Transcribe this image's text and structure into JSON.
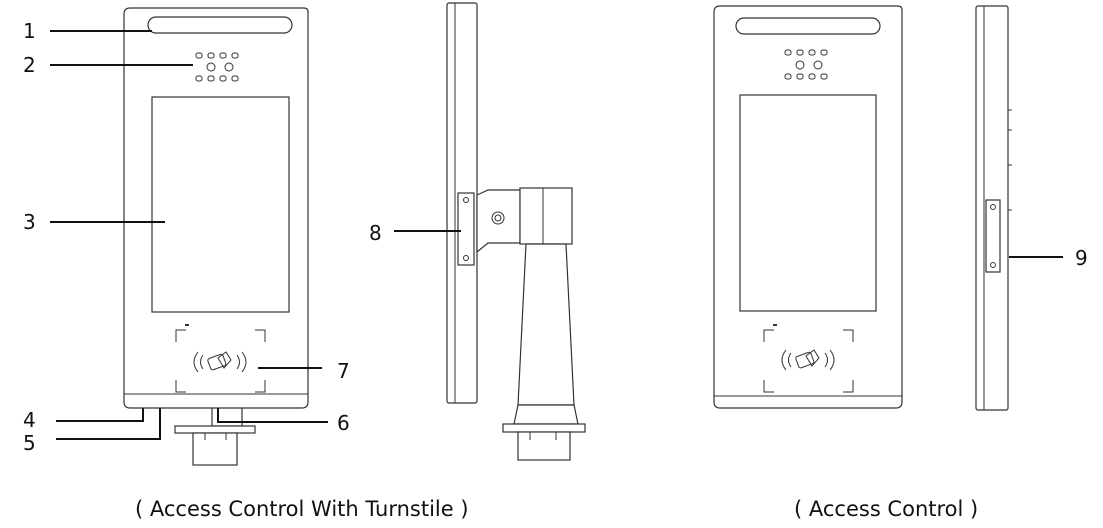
{
  "callouts": [
    {
      "id": "1",
      "text": "1"
    },
    {
      "id": "2",
      "text": "2"
    },
    {
      "id": "3",
      "text": "3"
    },
    {
      "id": "4",
      "text": "4"
    },
    {
      "id": "5",
      "text": "5"
    },
    {
      "id": "6",
      "text": "6"
    },
    {
      "id": "7",
      "text": "7"
    },
    {
      "id": "8",
      "text": "8"
    },
    {
      "id": "9",
      "text": "9"
    }
  ],
  "captions": {
    "turnstile": "( Access Control With Turnstile )",
    "access_control": "( Access Control )"
  },
  "icons": {
    "nfc": "contactless-card-icon"
  }
}
